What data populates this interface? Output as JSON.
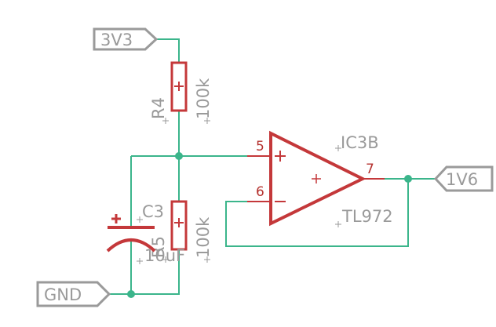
{
  "ports": {
    "vin": "3V3",
    "vout": "1V6",
    "gnd": "GND"
  },
  "components": {
    "r4": {
      "name": "R4",
      "value": "100k"
    },
    "r5": {
      "name": "R5",
      "value": "100k"
    },
    "c3": {
      "name": "C3",
      "value": "10uF"
    },
    "ic": {
      "name": "IC3B",
      "value": "TL972"
    }
  },
  "pins": {
    "in_plus": "5",
    "in_minus": "6",
    "out": "7"
  },
  "colors": {
    "wire": "#3bb58b",
    "component": "#c4383a",
    "label": "#9a9a9a"
  }
}
